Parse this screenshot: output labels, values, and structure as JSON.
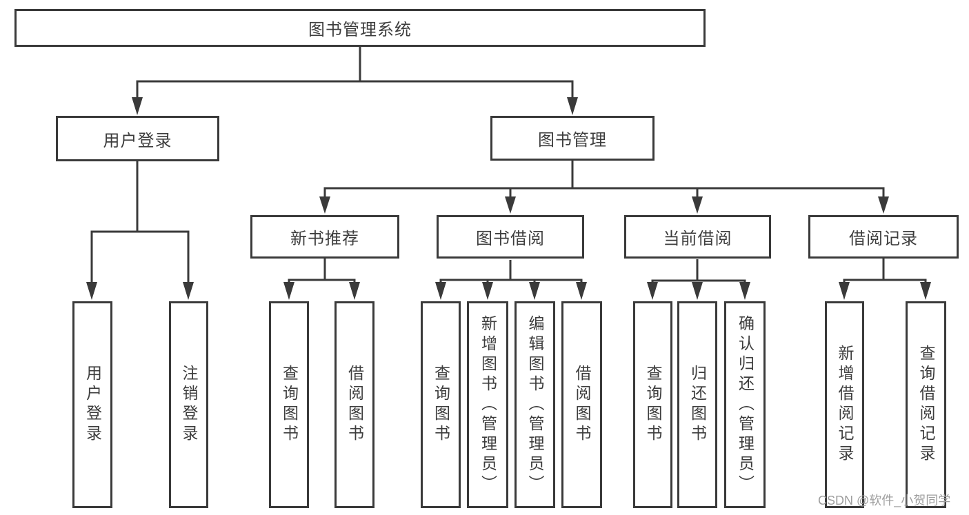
{
  "diagram": {
    "root": "图书管理系统",
    "level2": [
      "用户登录",
      "图书管理"
    ],
    "level3": [
      "新书推荐",
      "图书借阅",
      "当前借阅",
      "借阅记录"
    ],
    "leaves": [
      "用户登录",
      "注销登录",
      "查询图书",
      "借阅图书",
      "查询图书",
      "新增图书（管理员）",
      "编辑图书（管理员）",
      "借阅图书",
      "查询图书",
      "归还图书",
      "确认归还（管理员）",
      "新增借阅记录",
      "查询借阅记录"
    ]
  },
  "watermark": "CSDN @软件_小贺同学",
  "colors": {
    "line": "#3a3a3a",
    "text": "#3d3d3d",
    "watermark": "#9e9e9e",
    "background": "#ffffff"
  }
}
